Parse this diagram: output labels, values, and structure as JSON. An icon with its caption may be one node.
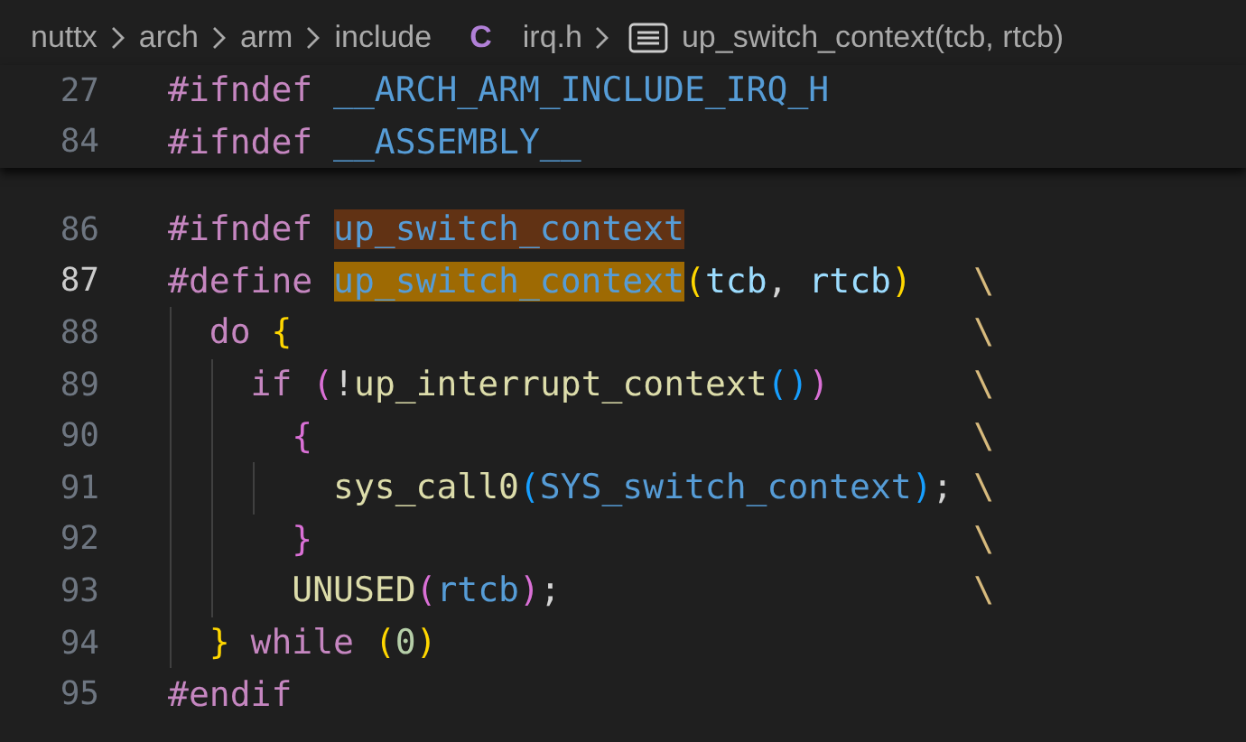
{
  "diagram": {
    "labels": [
      "nuttx",
      "arch",
      "arm",
      "include",
      "C",
      "irq.h",
      "up_switch_context(tcb, rtcb)",
      "27",
      "#ifndef __ARCH_ARM_INCLUDE_IRQ_H",
      "84",
      "#ifndef __ASSEMBLY__",
      "86",
      "#ifndef up_switch_context",
      "87",
      "#define up_switch_context(tcb, rtcb)",
      "\\",
      "88",
      "  do {",
      "\\",
      "89",
      "    if (!up_interrupt_context())",
      "\\",
      "90",
      "      {",
      "\\",
      "91",
      "        sys_call0(SYS_switch_context);",
      "\\",
      "92",
      "      }",
      "\\",
      "93",
      "      UNUSED(rtcb);",
      "\\",
      "94",
      "  } while (0)",
      "95",
      "#endif"
    ]
  }
}
